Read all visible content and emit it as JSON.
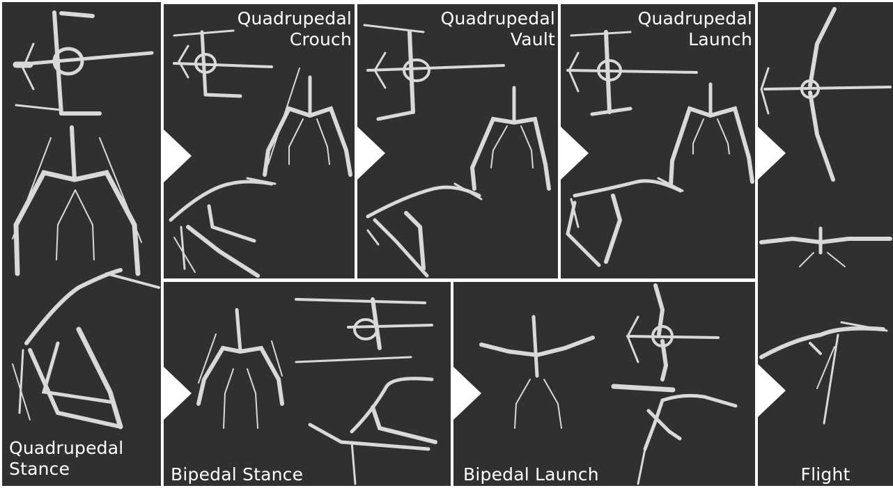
{
  "panels": {
    "quadrupedal_stance": {
      "line1": "Quadrupedal",
      "line2": "Stance"
    },
    "quadrupedal_crouch": {
      "line1": "Quadrupedal",
      "line2": "Crouch"
    },
    "quadrupedal_vault": {
      "line1": "Quadrupedal",
      "line2": "Vault"
    },
    "quadrupedal_launch": {
      "line1": "Quadrupedal",
      "line2": "Launch"
    },
    "flight": {
      "label": "Flight"
    },
    "bipedal_stance": {
      "label": "Bipedal Stance"
    },
    "bipedal_launch": {
      "label": "Bipedal Launch"
    }
  },
  "colors": {
    "panel_bg": "#303030",
    "border": "#ffffff",
    "bone": "#d9d9d9",
    "bone_shadow": "#a8a8a8",
    "text": "#ffffff"
  },
  "icons": [
    "skeleton-top-view",
    "skeleton-front-view",
    "skeleton-side-view",
    "sequence-arrow"
  ]
}
